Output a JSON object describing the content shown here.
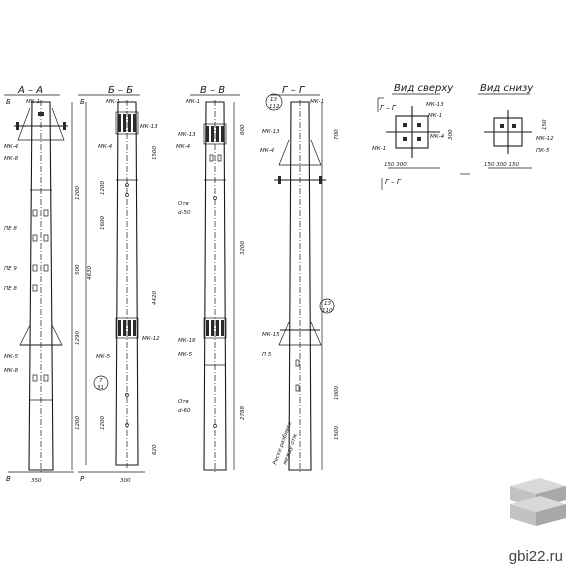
{
  "sections": {
    "aa": {
      "title": "А – А",
      "cut_left": "Б",
      "cut_right": "В"
    },
    "bb": {
      "title": "Б – Б",
      "cut_top": "Б",
      "cut_bottom": "Р"
    },
    "vv": {
      "title": "В – В"
    },
    "gg": {
      "title": "Г – Г"
    }
  },
  "views": {
    "top": {
      "title": "Вид сверху"
    },
    "bottom": {
      "title": "Вид снизу"
    }
  },
  "parts": {
    "mk1": "МК-1",
    "mk4": "МК-4",
    "mk5": "МК-5",
    "mk8": "МК-8",
    "mk12": "МК-12",
    "mk13": "МК-13",
    "mk15": "МК-15",
    "mk16": "МК-16",
    "pk5": "ПК-5",
    "p5": "П 5",
    "pe8": "ПЕ 8",
    "pe9": "ПЕ 9"
  },
  "dims": {
    "d350": "350",
    "d1200": "1200",
    "d500": "500",
    "d1290": "1290",
    "d4630": "4630",
    "d1600": "1600",
    "d4420": "4420",
    "d620": "620",
    "d1500": "1500",
    "d600": "600",
    "d3200": "3200",
    "d2788": "2788",
    "d700": "700",
    "d1000": "1000",
    "d300": "300",
    "d150": "150",
    "d150_300": "150 300",
    "d150_300_150": "150 300 150"
  },
  "notes": {
    "otv_top": "Отв",
    "otv_top_d": "d-50",
    "otv_bottom": "Отв",
    "otv_bottom_d": "d-60",
    "risk": "Риски разбивки",
    "risk2": "между отм."
  },
  "callouts": {
    "c1": "13",
    "c1b": "112",
    "c2": "7",
    "c2b": "31",
    "c3": "13",
    "c3b": "110"
  },
  "watermark": "gbi22.ru"
}
